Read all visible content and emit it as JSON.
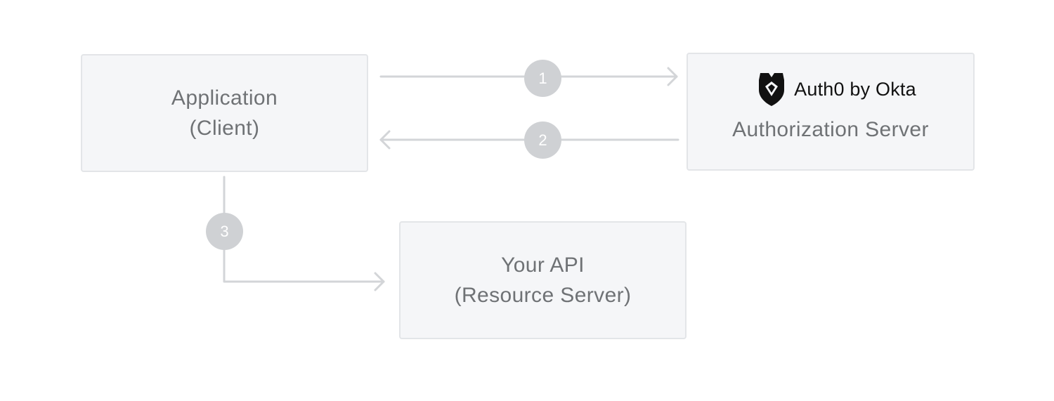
{
  "nodes": {
    "client": {
      "line1": "Application",
      "line2": "(Client)"
    },
    "auth": {
      "brand_text": "Auth0 by Okta",
      "brand_icon": "auth0-shield-icon",
      "label": "Authorization Server"
    },
    "api": {
      "line1": "Your API",
      "line2": "(Resource Server)"
    }
  },
  "steps": [
    "1",
    "2",
    "3"
  ],
  "colors": {
    "box_fill": "#f5f6f8",
    "box_border": "#e3e5e8",
    "text": "#6f7275",
    "connector": "#d3d5d8",
    "step_badge": "#cfd1d4",
    "brand": "#111111"
  }
}
